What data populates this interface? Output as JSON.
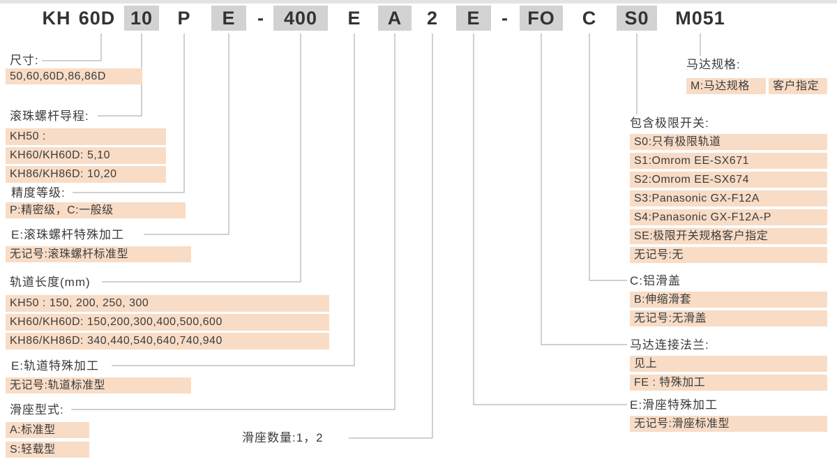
{
  "code": {
    "segments": [
      {
        "text": "KH",
        "highlight": false
      },
      {
        "text": "60D",
        "highlight": false
      },
      {
        "text": "10",
        "highlight": true
      },
      {
        "text": "P",
        "highlight": false
      },
      {
        "text": "E",
        "highlight": true
      },
      {
        "text": "-",
        "highlight": false
      },
      {
        "text": "400",
        "highlight": true
      },
      {
        "text": "E",
        "highlight": false
      },
      {
        "text": "A",
        "highlight": true
      },
      {
        "text": "2",
        "highlight": false
      },
      {
        "text": "E",
        "highlight": true
      },
      {
        "text": "-",
        "highlight": false
      },
      {
        "text": "FO",
        "highlight": true
      },
      {
        "text": "C",
        "highlight": false
      },
      {
        "text": "S0",
        "highlight": true
      },
      {
        "text": "M051",
        "highlight": false
      }
    ]
  },
  "left": {
    "size": {
      "title": "尺寸:",
      "items": [
        "50,60,60D,86,86D"
      ]
    },
    "screw_lead": {
      "title": "滚珠螺杆导程:",
      "items": [
        "KH50 :",
        "KH60/KH60D: 5,10",
        "KH86/KH86D: 10,20"
      ]
    },
    "accuracy": {
      "title": "精度等级:",
      "items": [
        "P:精密级，C:一般级"
      ]
    },
    "screw_special": {
      "title": "E:滚珠螺杆特殊加工",
      "items": [
        "无记号:滚珠螺杆标准型"
      ]
    },
    "rail_length": {
      "title": "轨道长度(mm)",
      "items": [
        "KH50 : 150, 200, 250, 300",
        "KH60/KH60D: 150,200,300,400,500,600",
        "KH86/KH86D: 340,440,540,640,740,940"
      ]
    },
    "rail_special": {
      "title": "E:轨道特殊加工",
      "items": [
        "无记号:轨道标准型"
      ]
    },
    "slider_type": {
      "title": "滑座型式:",
      "items": [
        "A:标准型",
        "S:轻载型"
      ]
    },
    "slider_count": {
      "title": "滑座数量:1，2"
    }
  },
  "right": {
    "motor_spec": {
      "title": "马达规格:",
      "items": [
        "M:马达规格",
        "客户指定"
      ]
    },
    "limit_switch": {
      "title": "包含极限开关:",
      "items": [
        "S0:只有极限轨道",
        "S1:Omrom EE-SX671",
        "S2:Omrom EE-SX674",
        "S3:Panasonic GX-F12A",
        "S4:Panasonic GX-F12A-P",
        "SE:极限开关规格客户指定",
        "无记号:无"
      ]
    },
    "cover": {
      "title": "C:铝滑盖",
      "items": [
        "B:伸缩滑套",
        "无记号:无滑盖"
      ]
    },
    "motor_flange": {
      "title": "马达连接法兰:",
      "items": [
        "见上",
        "FE : 特殊加工"
      ]
    },
    "slider_special": {
      "title": "E:滑座特殊加工",
      "items": [
        "无记号:滑座标准型"
      ]
    }
  },
  "colors": {
    "highlight_peach": "#f8dcc6",
    "code_gray": "#d2d2d2",
    "leader_line": "#a0a0a0",
    "text": "#3a3a3a"
  }
}
